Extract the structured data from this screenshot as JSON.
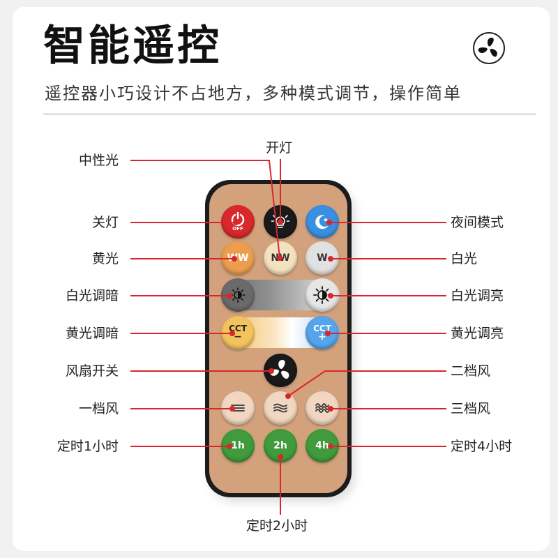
{
  "header": {
    "title": "智能遥控",
    "subtitle": "遥控器小巧设计不占地方，多种模式调节，操作简单",
    "badge_icon": "fan-icon"
  },
  "colors": {
    "line": "#d9262c",
    "dot": "#d9262c",
    "remote_face": "#d3a27c",
    "remote_body": "#1c1c1c"
  },
  "remote": {
    "buttons": {
      "off": {
        "text": "OFF",
        "icon": "power-icon",
        "color": "#d8282c"
      },
      "on": {
        "icon": "bulb-icon",
        "color": "#1a1a1a"
      },
      "night": {
        "icon": "moon-icon",
        "color": "#3b8fe0"
      },
      "ww": {
        "text": "WW",
        "color": "#ec9e4e"
      },
      "nw": {
        "text": "NW",
        "color": "#f3e2bf"
      },
      "w": {
        "text": "W",
        "color": "#e1e1e1"
      },
      "white_dim": {
        "icon": "sun-dim-icon",
        "color": "#6a6a6a"
      },
      "white_bright": {
        "icon": "sun-bright-icon",
        "color": "#e6e6e6"
      },
      "cct_minus": {
        "text": "CCT",
        "sign": "−",
        "color": "#f3c45d"
      },
      "cct_plus": {
        "text": "CCT",
        "sign": "+",
        "color": "#55a4ec"
      },
      "fan": {
        "icon": "fan-icon",
        "color": "#1a1a1a"
      },
      "speed1": {
        "icon": "wind-low-icon",
        "color": "#f1d7c1"
      },
      "speed2": {
        "icon": "wind-mid-icon",
        "color": "#f1d7c1"
      },
      "speed3": {
        "icon": "wind-high-icon",
        "color": "#f1d7c1"
      },
      "timer1": {
        "text": "1h",
        "color": "#3f9b3c"
      },
      "timer2": {
        "text": "2h",
        "color": "#3f9b3c"
      },
      "timer4": {
        "text": "4h",
        "color": "#3f9b3c"
      }
    }
  },
  "labels": {
    "neutral_light": "中性光",
    "light_on": "开灯",
    "light_off": "关灯",
    "night_mode": "夜间模式",
    "yellow_light": "黄光",
    "white_light": "白光",
    "white_dim": "白光调暗",
    "white_bright": "白光调亮",
    "yellow_dim": "黄光调暗",
    "yellow_bright": "黄光调亮",
    "fan_switch": "风扇开关",
    "speed2": "二档风",
    "speed1": "一档风",
    "speed3": "三档风",
    "timer1": "定时1小时",
    "timer4": "定时4小时",
    "timer2": "定时2小时"
  }
}
